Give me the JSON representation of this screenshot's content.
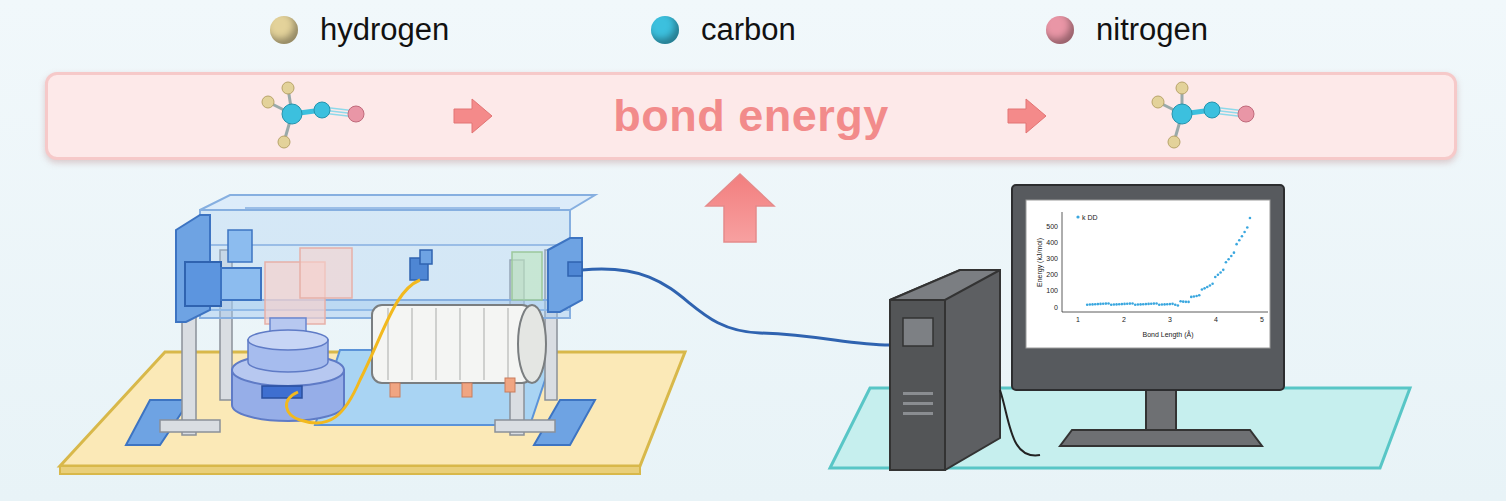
{
  "diagram": {
    "nodes": [
      {
        "text": [
          "bond energy"
        ]
      }
    ],
    "labels": [
      "k DD",
      "500",
      "400",
      "300",
      "200",
      "100",
      "0",
      "1",
      "2",
      "3",
      "4",
      "5",
      "Energy (kJ/mol)",
      "Bond Length (Å)"
    ],
    "legend": [
      {
        "text": "hydrogen",
        "color": "#e3d29a"
      },
      {
        "text": "carbon",
        "color": "#3cc0de"
      },
      {
        "text": "nitrogen",
        "color": "#e996a6"
      }
    ]
  }
}
